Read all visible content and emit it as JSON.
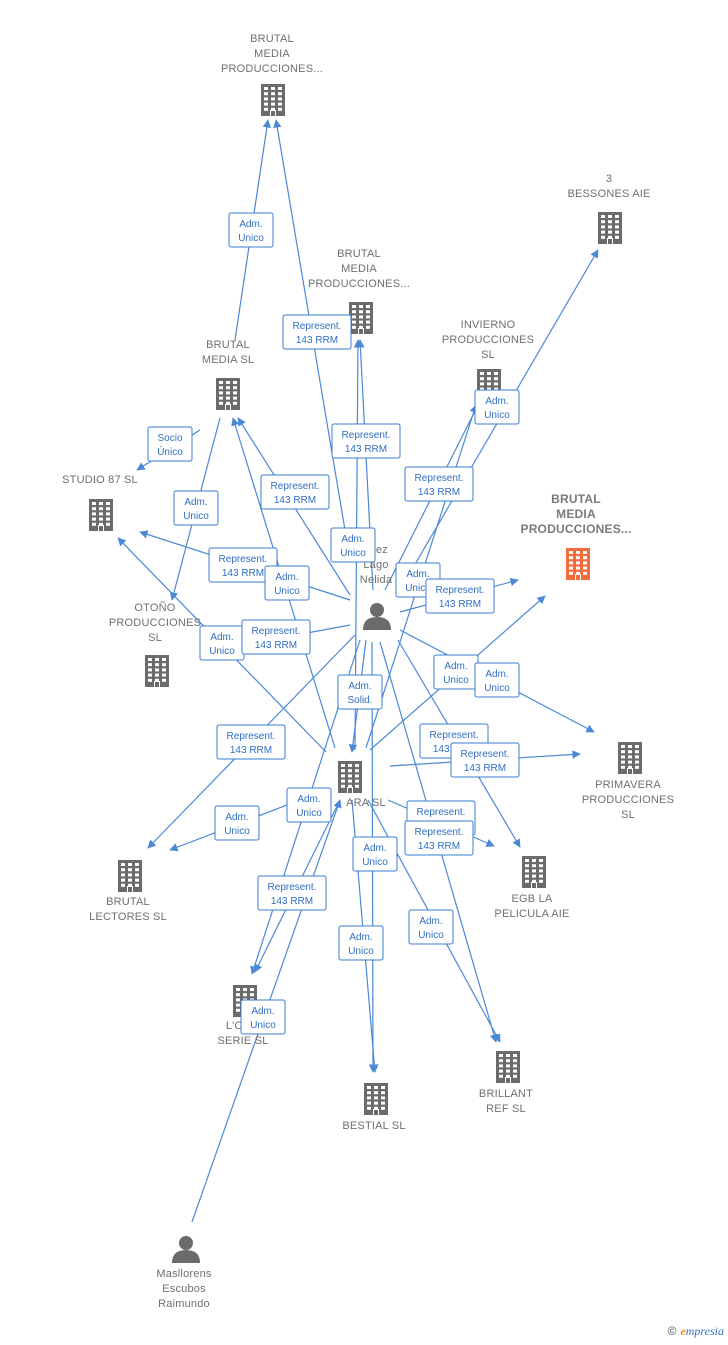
{
  "colors": {
    "edge": "#4b88d6",
    "company": "#6b6b6b",
    "highlight": "#f26b3a",
    "person": "#6b6b6b"
  },
  "nodes": [
    {
      "id": "brutal_top",
      "type": "company",
      "label": [
        "BRUTAL",
        "MEDIA",
        "PRODUCCIONES..."
      ]
    },
    {
      "id": "bessones",
      "type": "company",
      "label": [
        "3",
        "BESSONES  AIE"
      ]
    },
    {
      "id": "brutal_mid",
      "type": "company",
      "label": [
        "BRUTAL",
        "MEDIA",
        "PRODUCCIONES..."
      ]
    },
    {
      "id": "invierno",
      "type": "company",
      "label": [
        "INVIERNO",
        "PRODUCCIONES",
        "SL"
      ]
    },
    {
      "id": "brutal_media_sl",
      "type": "company",
      "label": [
        "BRUTAL",
        "MEDIA SL"
      ]
    },
    {
      "id": "studio87",
      "type": "company",
      "label": [
        "STUDIO 87 SL"
      ]
    },
    {
      "id": "brutal_hl",
      "type": "company",
      "highlight": true,
      "label": [
        "BRUTAL",
        "MEDIA",
        "PRODUCCIONES..."
      ]
    },
    {
      "id": "otono",
      "type": "company",
      "label": [
        "OTOÑO",
        "PRODUCCIONES",
        "SL"
      ]
    },
    {
      "id": "person_main",
      "type": "person",
      "label": [
        "chez",
        "Lago",
        "Nelida"
      ]
    },
    {
      "id": "primavera",
      "type": "company",
      "label": [
        "PRIMAVERA",
        "PRODUCCIONES",
        "SL"
      ]
    },
    {
      "id": "ara",
      "type": "company",
      "label": [
        "ARA  SL"
      ]
    },
    {
      "id": "brutal_lectores",
      "type": "company",
      "label": [
        "BRUTAL",
        "LECTORES  SL"
      ]
    },
    {
      "id": "egb",
      "type": "company",
      "label": [
        "EGB LA",
        "PELICULA  AIE"
      ]
    },
    {
      "id": "lodo",
      "type": "company",
      "label": [
        "L'ODO",
        "SERIE  SL"
      ]
    },
    {
      "id": "bestial",
      "type": "company",
      "label": [
        "BESTIAL  SL"
      ]
    },
    {
      "id": "brillant",
      "type": "company",
      "label": [
        "BRILLANT",
        "REF  SL"
      ]
    },
    {
      "id": "person_masllorens",
      "type": "person",
      "label": [
        "Masllorens",
        "Escubos",
        "Raimundo"
      ]
    }
  ],
  "edges": [
    {
      "from": "brutal_media_sl",
      "to": "brutal_top"
    },
    {
      "from": "person_main",
      "to": "brutal_top"
    },
    {
      "from": "person_main",
      "to": "brutal_mid"
    },
    {
      "from": "ara",
      "to": "brutal_mid"
    },
    {
      "from": "person_main",
      "to": "bessones"
    },
    {
      "from": "person_main",
      "to": "invierno"
    },
    {
      "from": "ara",
      "to": "invierno"
    },
    {
      "from": "brutal_media_sl",
      "to": "studio87"
    },
    {
      "from": "person_main",
      "to": "brutal_media_sl"
    },
    {
      "from": "ara",
      "to": "brutal_media_sl"
    },
    {
      "from": "brutal_media_sl",
      "to": "otono"
    },
    {
      "from": "person_main",
      "to": "studio87"
    },
    {
      "from": "ara",
      "to": "studio87"
    },
    {
      "from": "person_main",
      "to": "otono"
    },
    {
      "from": "person_main",
      "to": "brutal_hl"
    },
    {
      "from": "ara",
      "to": "brutal_hl"
    },
    {
      "from": "person_main",
      "to": "primavera"
    },
    {
      "from": "ara",
      "to": "primavera"
    },
    {
      "from": "person_main",
      "to": "ara"
    },
    {
      "from": "person_main",
      "to": "brutal_lectores"
    },
    {
      "from": "ara",
      "to": "brutal_lectores"
    },
    {
      "from": "person_main",
      "to": "egb"
    },
    {
      "from": "ara",
      "to": "egb"
    },
    {
      "from": "person_main",
      "to": "lodo"
    },
    {
      "from": "ara",
      "to": "lodo"
    },
    {
      "from": "person_main",
      "to": "bestial"
    },
    {
      "from": "ara",
      "to": "bestial"
    },
    {
      "from": "person_main",
      "to": "brillant"
    },
    {
      "from": "ara",
      "to": "brillant"
    },
    {
      "from": "person_masllorens",
      "to": "ara"
    }
  ],
  "edge_labels": [
    {
      "lines": [
        "Adm.",
        "Unico"
      ]
    },
    {
      "lines": [
        "Represent.",
        "143 RRM"
      ]
    },
    {
      "lines": [
        "Represent.",
        "143 RRM"
      ]
    },
    {
      "lines": [
        "Adm.",
        "Unico"
      ]
    },
    {
      "lines": [
        "Socio",
        "Único"
      ]
    },
    {
      "lines": [
        "Represent.",
        "143 RRM"
      ]
    },
    {
      "lines": [
        "Represent.",
        "143 RRM"
      ]
    },
    {
      "lines": [
        "Adm.",
        "Unico"
      ]
    },
    {
      "lines": [
        "Adm.",
        "Unico"
      ]
    },
    {
      "lines": [
        "Represent.",
        "143 RRM"
      ]
    },
    {
      "lines": [
        "Adm.",
        "Unico"
      ]
    },
    {
      "lines": [
        "Adm.",
        "Unico"
      ]
    },
    {
      "lines": [
        "Represent.",
        "143 RRM"
      ]
    },
    {
      "lines": [
        "Adm.",
        "Unico"
      ]
    },
    {
      "lines": [
        "Represent.",
        "143 RRM"
      ]
    },
    {
      "lines": [
        "Adm.",
        "Unico"
      ]
    },
    {
      "lines": [
        "Adm.",
        "Solid."
      ]
    },
    {
      "lines": [
        "Adm.",
        "Unico"
      ]
    },
    {
      "lines": [
        "Represent.",
        "143 RRM"
      ]
    },
    {
      "lines": [
        "Represent.",
        "143 RRM"
      ]
    },
    {
      "lines": [
        "Represent.",
        "143 RRM"
      ]
    },
    {
      "lines": [
        "Adm.",
        "Unico"
      ]
    },
    {
      "lines": [
        "Represent.",
        "143 RRM"
      ]
    },
    {
      "lines": [
        "Adm.",
        "Unico"
      ]
    },
    {
      "lines": [
        "Represent.",
        "143 RRM"
      ]
    },
    {
      "lines": [
        "Adm.",
        "Unico"
      ]
    },
    {
      "lines": [
        "Represent.",
        "143 RRM"
      ]
    },
    {
      "lines": [
        "Adm.",
        "Unico"
      ]
    },
    {
      "lines": [
        "Adm.",
        "Unico"
      ]
    },
    {
      "lines": [
        "Adm.",
        "Unico"
      ]
    },
    {
      "lines": [
        "Adm.",
        "Solid."
      ]
    }
  ],
  "footer": {
    "copyright": "©",
    "brand_first": "e",
    "brand_rest": "mpresia"
  }
}
